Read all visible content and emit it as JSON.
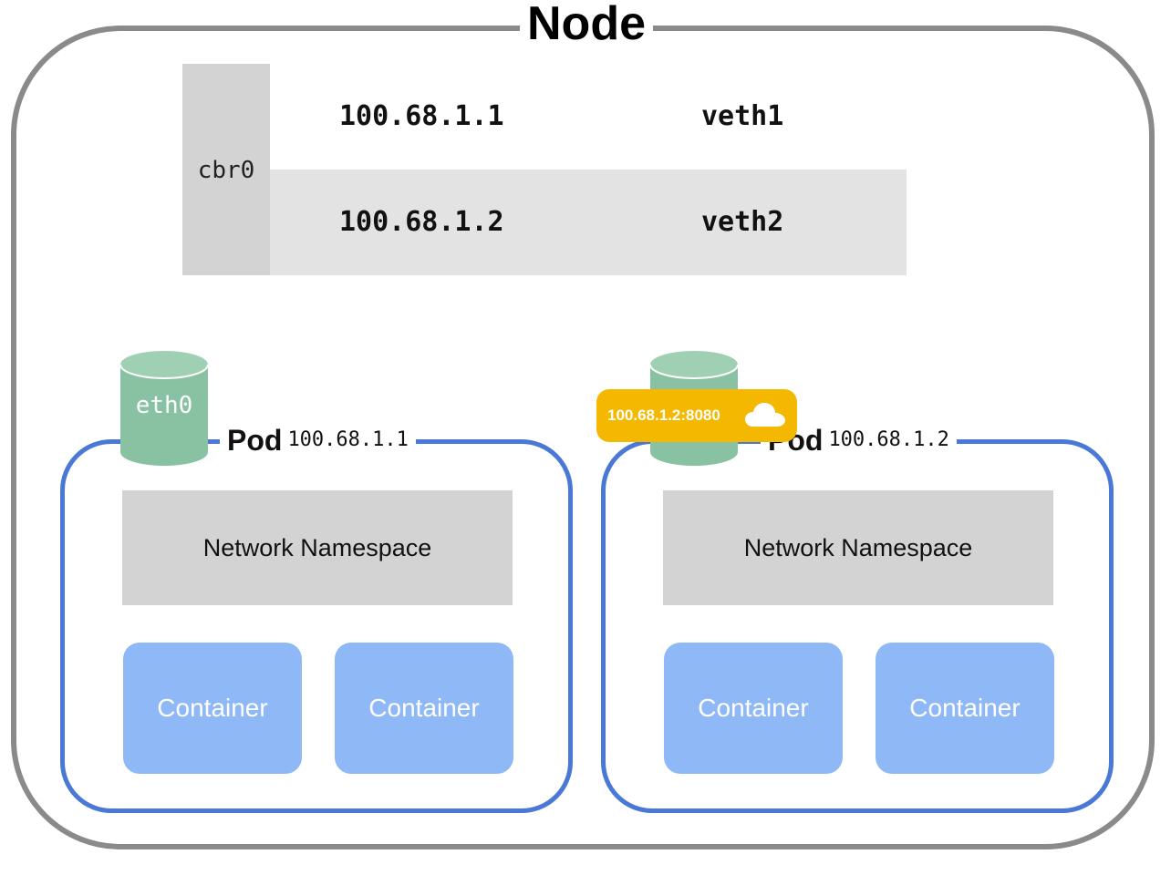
{
  "node": {
    "title": "Node"
  },
  "bridge": {
    "name": "cbr0",
    "routes": [
      {
        "ip": "100.68.1.1",
        "interface": "veth1"
      },
      {
        "ip": "100.68.1.2",
        "interface": "veth2"
      }
    ]
  },
  "pods": [
    {
      "label": "Pod",
      "ip": "100.68.1.1",
      "interface": "eth0",
      "namespace": "Network Namespace",
      "containers": [
        "Container",
        "Container"
      ]
    },
    {
      "label": "Pod",
      "ip": "100.68.1.2",
      "interface": "",
      "namespace": "Network Namespace",
      "containers": [
        "Container",
        "Container"
      ]
    }
  ],
  "packet": {
    "label": "100.68.1.2:8080",
    "icon": "cloud-icon"
  },
  "colors": {
    "node_border": "#8a8a8a",
    "bridge_fill": "#d3d3d3",
    "pod_border": "#4a78d6",
    "container_fill": "#8fb8f7",
    "interface_fill": "#89c2a3",
    "packet_fill": "#f5b800"
  }
}
